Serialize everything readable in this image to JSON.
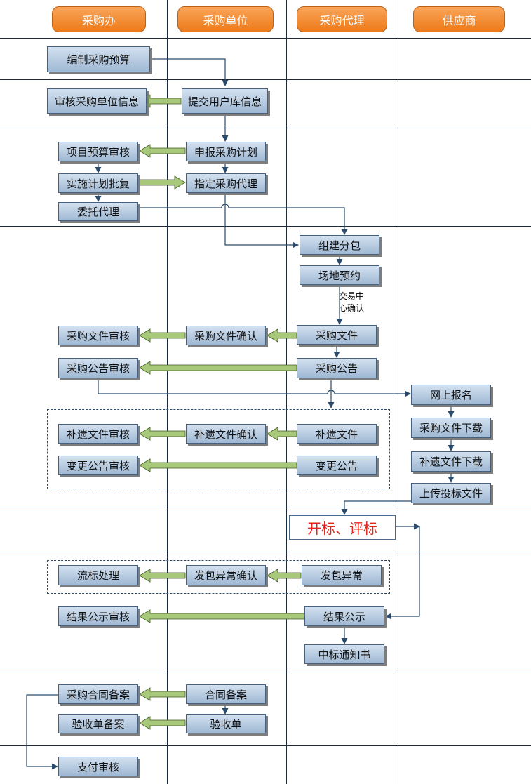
{
  "lanes": {
    "office": "采购办",
    "unit": "采购单位",
    "agent": "采购代理",
    "supplier": "供应商"
  },
  "boxes": {
    "compile_budget": "编制采购预算",
    "review_unit_info": "审核采购单位信息",
    "submit_user_info": "提交用户库信息",
    "project_budget_review": "项目预算审核",
    "declare_plan": "申报采购计划",
    "plan_approval": "实施计划批复",
    "designate_agent": "指定采购代理",
    "entrust_agent": "委托代理",
    "form_package": "组建分包",
    "venue_booking": "场地预约",
    "trade_center_confirm": "交易中心确认",
    "doc_review": "采购文件审核",
    "doc_confirm": "采购文件确认",
    "doc": "采购文件",
    "notice_review": "采购公告审核",
    "notice": "采购公告",
    "online_signup": "网上报名",
    "doc_download": "采购文件下载",
    "supp_doc_review": "补遗文件审核",
    "supp_doc_confirm": "补遗文件确认",
    "supp_doc": "补遗文件",
    "supp_doc_download": "补遗文件下载",
    "change_notice_review": "变更公告审核",
    "change_notice": "变更公告",
    "upload_bid": "上传投标文件",
    "open_evaluate": "开标、评标",
    "failed_bid": "流标处理",
    "package_exception_confirm": "发包异常确认",
    "package_exception": "发包异常",
    "result_review": "结果公示审核",
    "result_publicity": "结果公示",
    "award_notice": "中标通知书",
    "contract_filing_review": "采购合同备案",
    "contract_filing": "合同备案",
    "acceptance_filing": "验收单备案",
    "acceptance": "验收单",
    "payment_review": "支付审核"
  },
  "colors": {
    "header_fill": "#f28a2c",
    "box_fill": "#b9cce3",
    "line": "#2a4a6c",
    "fat_arrow": "#a9c97a",
    "highlight_text": "#e3261c"
  }
}
